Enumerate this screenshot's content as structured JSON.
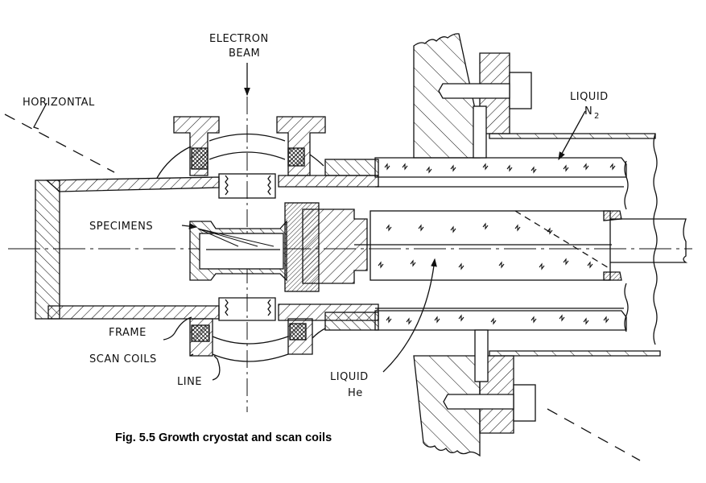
{
  "figure": {
    "caption": "Fig. 5.5 Growth cryostat and scan coils",
    "labels": {
      "electron_beam_line1": "ELECTRON",
      "electron_beam_line2": "BEAM",
      "horizontal": "HORIZONTAL",
      "liquid_n2_line1": "LIQUID",
      "liquid_n2_line2": "N",
      "liquid_n2_subscript": "2",
      "specimens": "SPECIMENS",
      "frame": "FRAME",
      "scan_coils": "SCAN  COILS",
      "line": "LINE",
      "liquid_he_line1": "LIQUID",
      "liquid_he_line2": "He"
    },
    "colors": {
      "ink": "#111111",
      "background": "#ffffff"
    }
  }
}
